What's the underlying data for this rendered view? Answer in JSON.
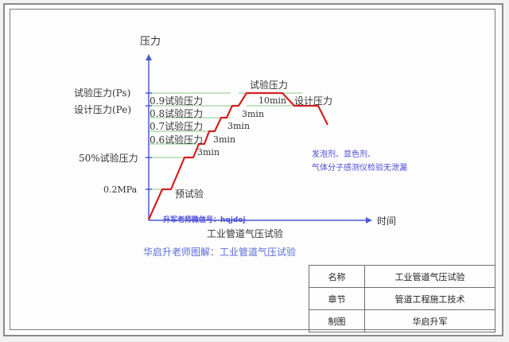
{
  "chart_data": {
    "type": "line",
    "title": "工业管道气压试验",
    "caption": "华启升老师图解：工业管道气压试验",
    "xlabel": "时间",
    "ylabel": "压力",
    "y_levels": [
      {
        "label": "试验压力(Ps)",
        "value": 1.0
      },
      {
        "label": "设计压力(Pe)",
        "value": "Pe"
      },
      {
        "label": "0.9试验压力",
        "value": 0.9
      },
      {
        "label": "0.8试验压力",
        "value": 0.8
      },
      {
        "label": "0.7试验压力",
        "value": 0.7
      },
      {
        "label": "0.6试验压力",
        "value": 0.6
      },
      {
        "label": "50%试验压力",
        "value": 0.5
      },
      {
        "label": "0.2MPa",
        "value": "0.2MPa"
      }
    ],
    "hold_annotations": [
      "预试验",
      "3min",
      "3min",
      "3min",
      "3min",
      "10min",
      "试验压力",
      "设计压力"
    ],
    "series": [
      {
        "name": "pressure-curve",
        "color": "#d42020",
        "points": [
          [
            0,
            0
          ],
          [
            1,
            "0.2MPa"
          ],
          [
            1.6,
            "0.2MPa"
          ],
          [
            2.6,
            0.5
          ],
          [
            3.2,
            0.5
          ],
          [
            3.8,
            0.6
          ],
          [
            4.4,
            0.6
          ],
          [
            5.0,
            0.7
          ],
          [
            5.6,
            0.7
          ],
          [
            6.2,
            0.8
          ],
          [
            6.8,
            0.8
          ],
          [
            7.4,
            0.9
          ],
          [
            8.0,
            0.9
          ],
          [
            8.6,
            1.0
          ],
          [
            10.4,
            1.0
          ],
          [
            11.0,
            "Pe"
          ],
          [
            12.6,
            "Pe"
          ],
          [
            13.4,
            "below Pe"
          ]
        ]
      }
    ]
  },
  "diagram": {
    "y_axis_title": "压力",
    "x_axis_title": "时间",
    "left_labels": {
      "ps": "试验压力(Ps)",
      "pe": "设计压力(Pe)",
      "p50": "50%试验压力",
      "p02": "0.2MPa"
    },
    "step_labels": {
      "p09": "0.9试验压力",
      "p08": "0.8试验压力",
      "p07": "0.7试验压力",
      "p06": "0.6试验压力"
    },
    "annotations": {
      "pretest": "预试验",
      "hold1": "3min",
      "hold2": "3min",
      "hold3": "3min",
      "hold4": "3min",
      "hold_top": "10min",
      "top_label": "试验压力",
      "design_label": "设计压力"
    },
    "note_line1": "发泡剂、显色剂、",
    "note_line2": "气体分子感测仪检验无泄漏",
    "watermark": "升军老师微信号：hqjdej",
    "chart_title": "工业管道气压试验",
    "caption": "华启升老师图解：工业管道气压试验"
  },
  "title_block": {
    "rows": [
      {
        "key": "名称",
        "value": "工业管道气压试验"
      },
      {
        "key": "章节",
        "value": "管道工程施工技术"
      },
      {
        "key": "制图",
        "value": "华启升军"
      }
    ]
  },
  "colors": {
    "axis": "#4a5bd0",
    "curve": "#d42020",
    "guide": "#7fc97a",
    "note": "#4a4ad8"
  }
}
